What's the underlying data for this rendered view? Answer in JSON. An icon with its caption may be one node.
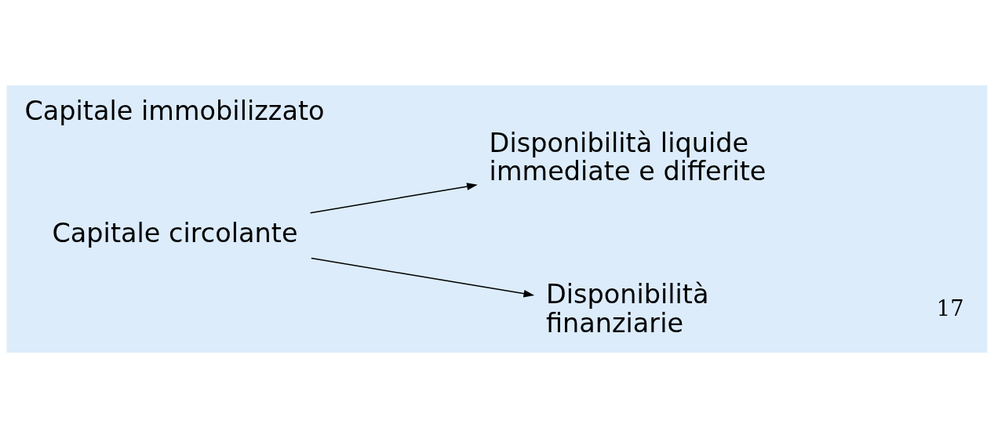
{
  "diagram": {
    "nodes": [
      {
        "text": [
          "Capitale circolante"
        ]
      },
      {
        "text": [
          "Capitale immobilizzato"
        ]
      },
      {
        "text": [
          "Disponibilità liquide immediate e differite"
        ]
      },
      {
        "text": [
          "Disponibilità finanziarie"
        ]
      }
    ],
    "edges": [
      {
        "from": 0,
        "to": 2,
        "arrow": "to"
      },
      {
        "from": 0,
        "to": 3,
        "arrow": "to"
      }
    ],
    "labels": [
      "17"
    ]
  }
}
